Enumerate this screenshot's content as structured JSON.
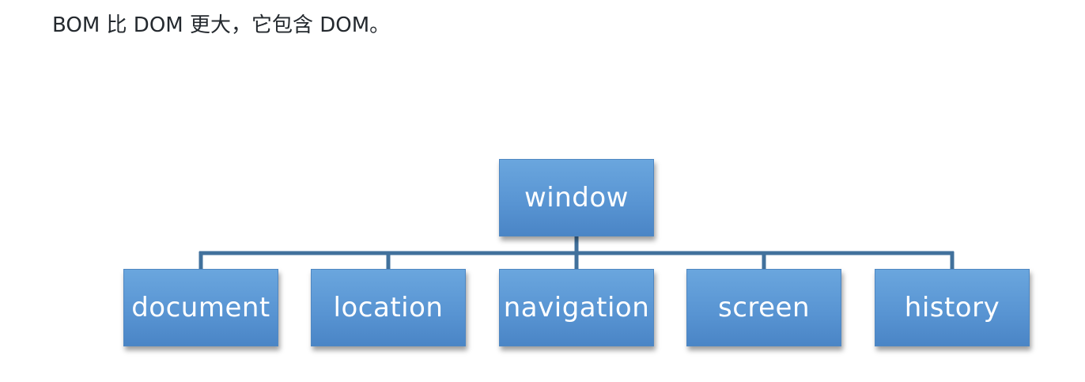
{
  "intro_text": "BOM 比 DOM 更大，它包含 DOM。",
  "diagram": {
    "root": {
      "label": "window"
    },
    "children": [
      {
        "label": "document"
      },
      {
        "label": "location"
      },
      {
        "label": "navigation"
      },
      {
        "label": "screen"
      },
      {
        "label": "history"
      }
    ],
    "colors": {
      "node_fill": "#5b9bd5",
      "connector": "#41719c",
      "text": "#ffffff"
    }
  }
}
